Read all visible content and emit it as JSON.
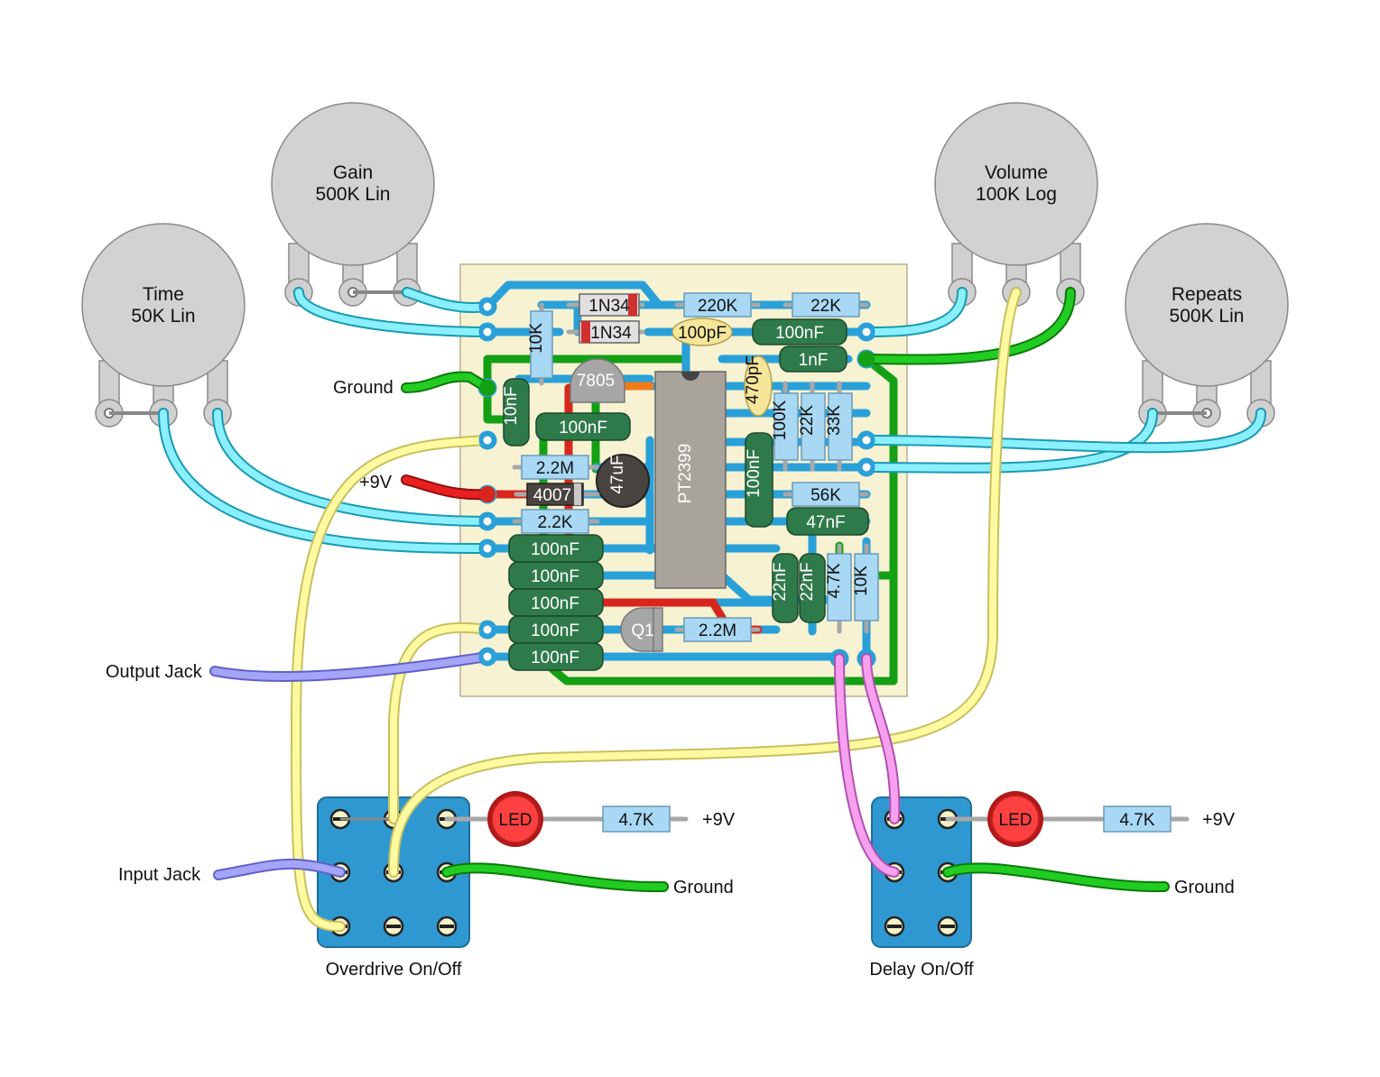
{
  "pots": {
    "gain": {
      "name": "Gain",
      "value": "500K Lin"
    },
    "time": {
      "name": "Time",
      "value": "50K Lin"
    },
    "volume": {
      "name": "Volume",
      "value": "100K Log"
    },
    "repeats": {
      "name": "Repeats",
      "value": "500K Lin"
    }
  },
  "labels": {
    "ground_board": "Ground",
    "plus9v_board": "+9V",
    "output_jack": "Output Jack",
    "input_jack": "Input Jack",
    "overdrive_switch": "Overdrive On/Off",
    "delay_switch": "Delay On/Off",
    "led1": "LED",
    "led2": "LED",
    "res_led1": "4.7K",
    "res_led2": "4.7K",
    "plus9v_sw1": "+9V",
    "plus9v_sw2": "+9V",
    "ground_sw1": "Ground",
    "ground_sw2": "Ground"
  },
  "components": {
    "d1": "1N34",
    "d2": "1N34",
    "r220k": "220K",
    "r22k_top": "22K",
    "c100pf": "100pF",
    "c100nf_top": "100nF",
    "c1nf": "1nF",
    "r10k_left": "10K",
    "u7805": "7805",
    "c470pf": "470pF",
    "c10nf": "10nF",
    "c100nf_mid": "100nF",
    "r100k": "100K",
    "r22k_mid": "22K",
    "r33k": "33K",
    "r2_2m_top": "2.2M",
    "c47uf": "47uF",
    "ic": "PT2399",
    "c100nf_v": "100nF",
    "d4007": "4007",
    "r56k": "56K",
    "r2_2k": "2.2K",
    "c47nf": "47nF",
    "c100nf_a": "100nF",
    "c100nf_b": "100nF",
    "c100nf_c": "100nF",
    "c100nf_d": "100nF",
    "c100nf_e": "100nF",
    "c22nf_a": "22nF",
    "c22nf_b": "22nF",
    "r4_7k": "4.7K",
    "r10k_right": "10K",
    "q1": "Q1",
    "r2_2m_bot": "2.2M"
  }
}
